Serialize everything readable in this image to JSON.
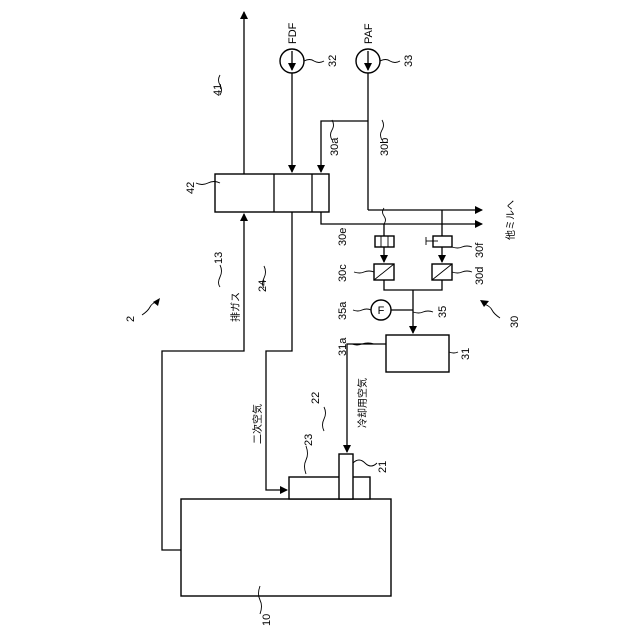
{
  "labels": {
    "system": "2",
    "boiler": "10",
    "exhaust_duct": "13",
    "mill": "21",
    "cooling_air_line": "22",
    "mill_housing": "23",
    "secondary_air_line": "24",
    "control_unit": "30",
    "line_30a": "30a",
    "line_30b": "30b",
    "valve_30c": "30c",
    "valve_30d": "30d",
    "damper_30e": "30e",
    "damper_30f": "30f",
    "cooler": "31",
    "cooler_outlet": "31a",
    "fdf_ref": "32",
    "paf_ref": "33",
    "flow_line": "35",
    "flow_meter_ref": "35a",
    "stack_line": "41",
    "heater": "42"
  },
  "fans": {
    "fdf": "FDF",
    "paf": "PAF"
  },
  "flow_meter_symbol": "F",
  "text": {
    "exhaust_gas": "排ガス",
    "secondary_air": "二次空気",
    "cooling_air": "冷却用空気",
    "to_other_mills": "他ミルへ"
  }
}
